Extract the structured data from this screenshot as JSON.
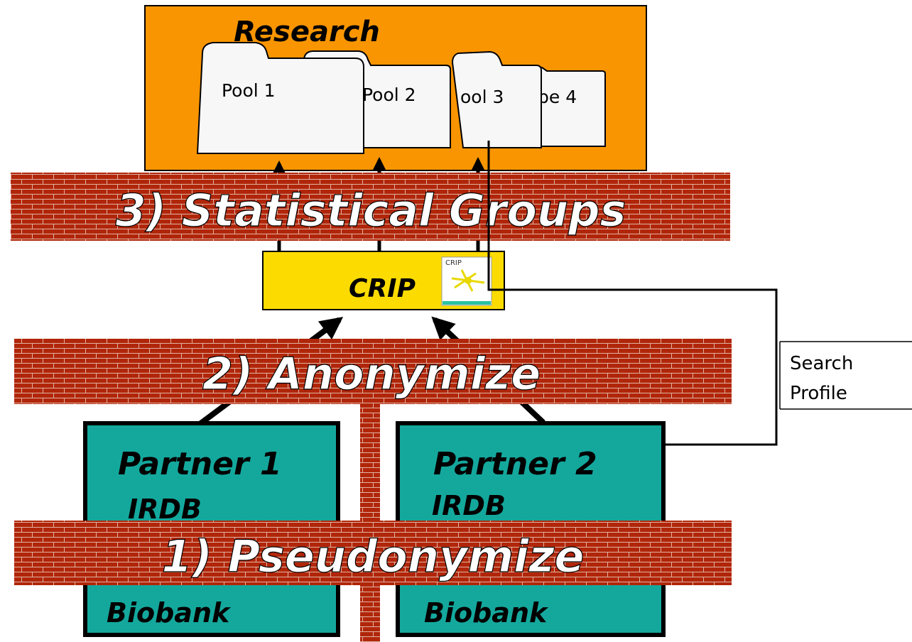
{
  "research": {
    "title": "Research"
  },
  "pools": [
    {
      "label": "Pool 1"
    },
    {
      "label": "Pool 2"
    },
    {
      "label": "ool  3"
    },
    {
      "label": "pe 4"
    }
  ],
  "layers": {
    "statistical": "3) Statistical Groups",
    "anonymize": "2) Anonymize",
    "pseudonymize": "1) Pseudonymize"
  },
  "crip": {
    "label": "CRIP",
    "logo_text": "CRIP"
  },
  "partners": [
    {
      "name": "Partner 1",
      "db": "IRDB",
      "biobank": "Biobank"
    },
    {
      "name": "Partner 2",
      "db": "IRDB",
      "biobank": "Biobank"
    }
  ],
  "search_profile": {
    "line1": "Search",
    "line2": "Profile"
  },
  "colors": {
    "research_bg": "#f99500",
    "brick": "#b1260a",
    "mortar": "#e0b3a3",
    "crip_bg": "#fcdc00",
    "partner_bg": "#14a89d",
    "folder": "#f7f7f7"
  }
}
